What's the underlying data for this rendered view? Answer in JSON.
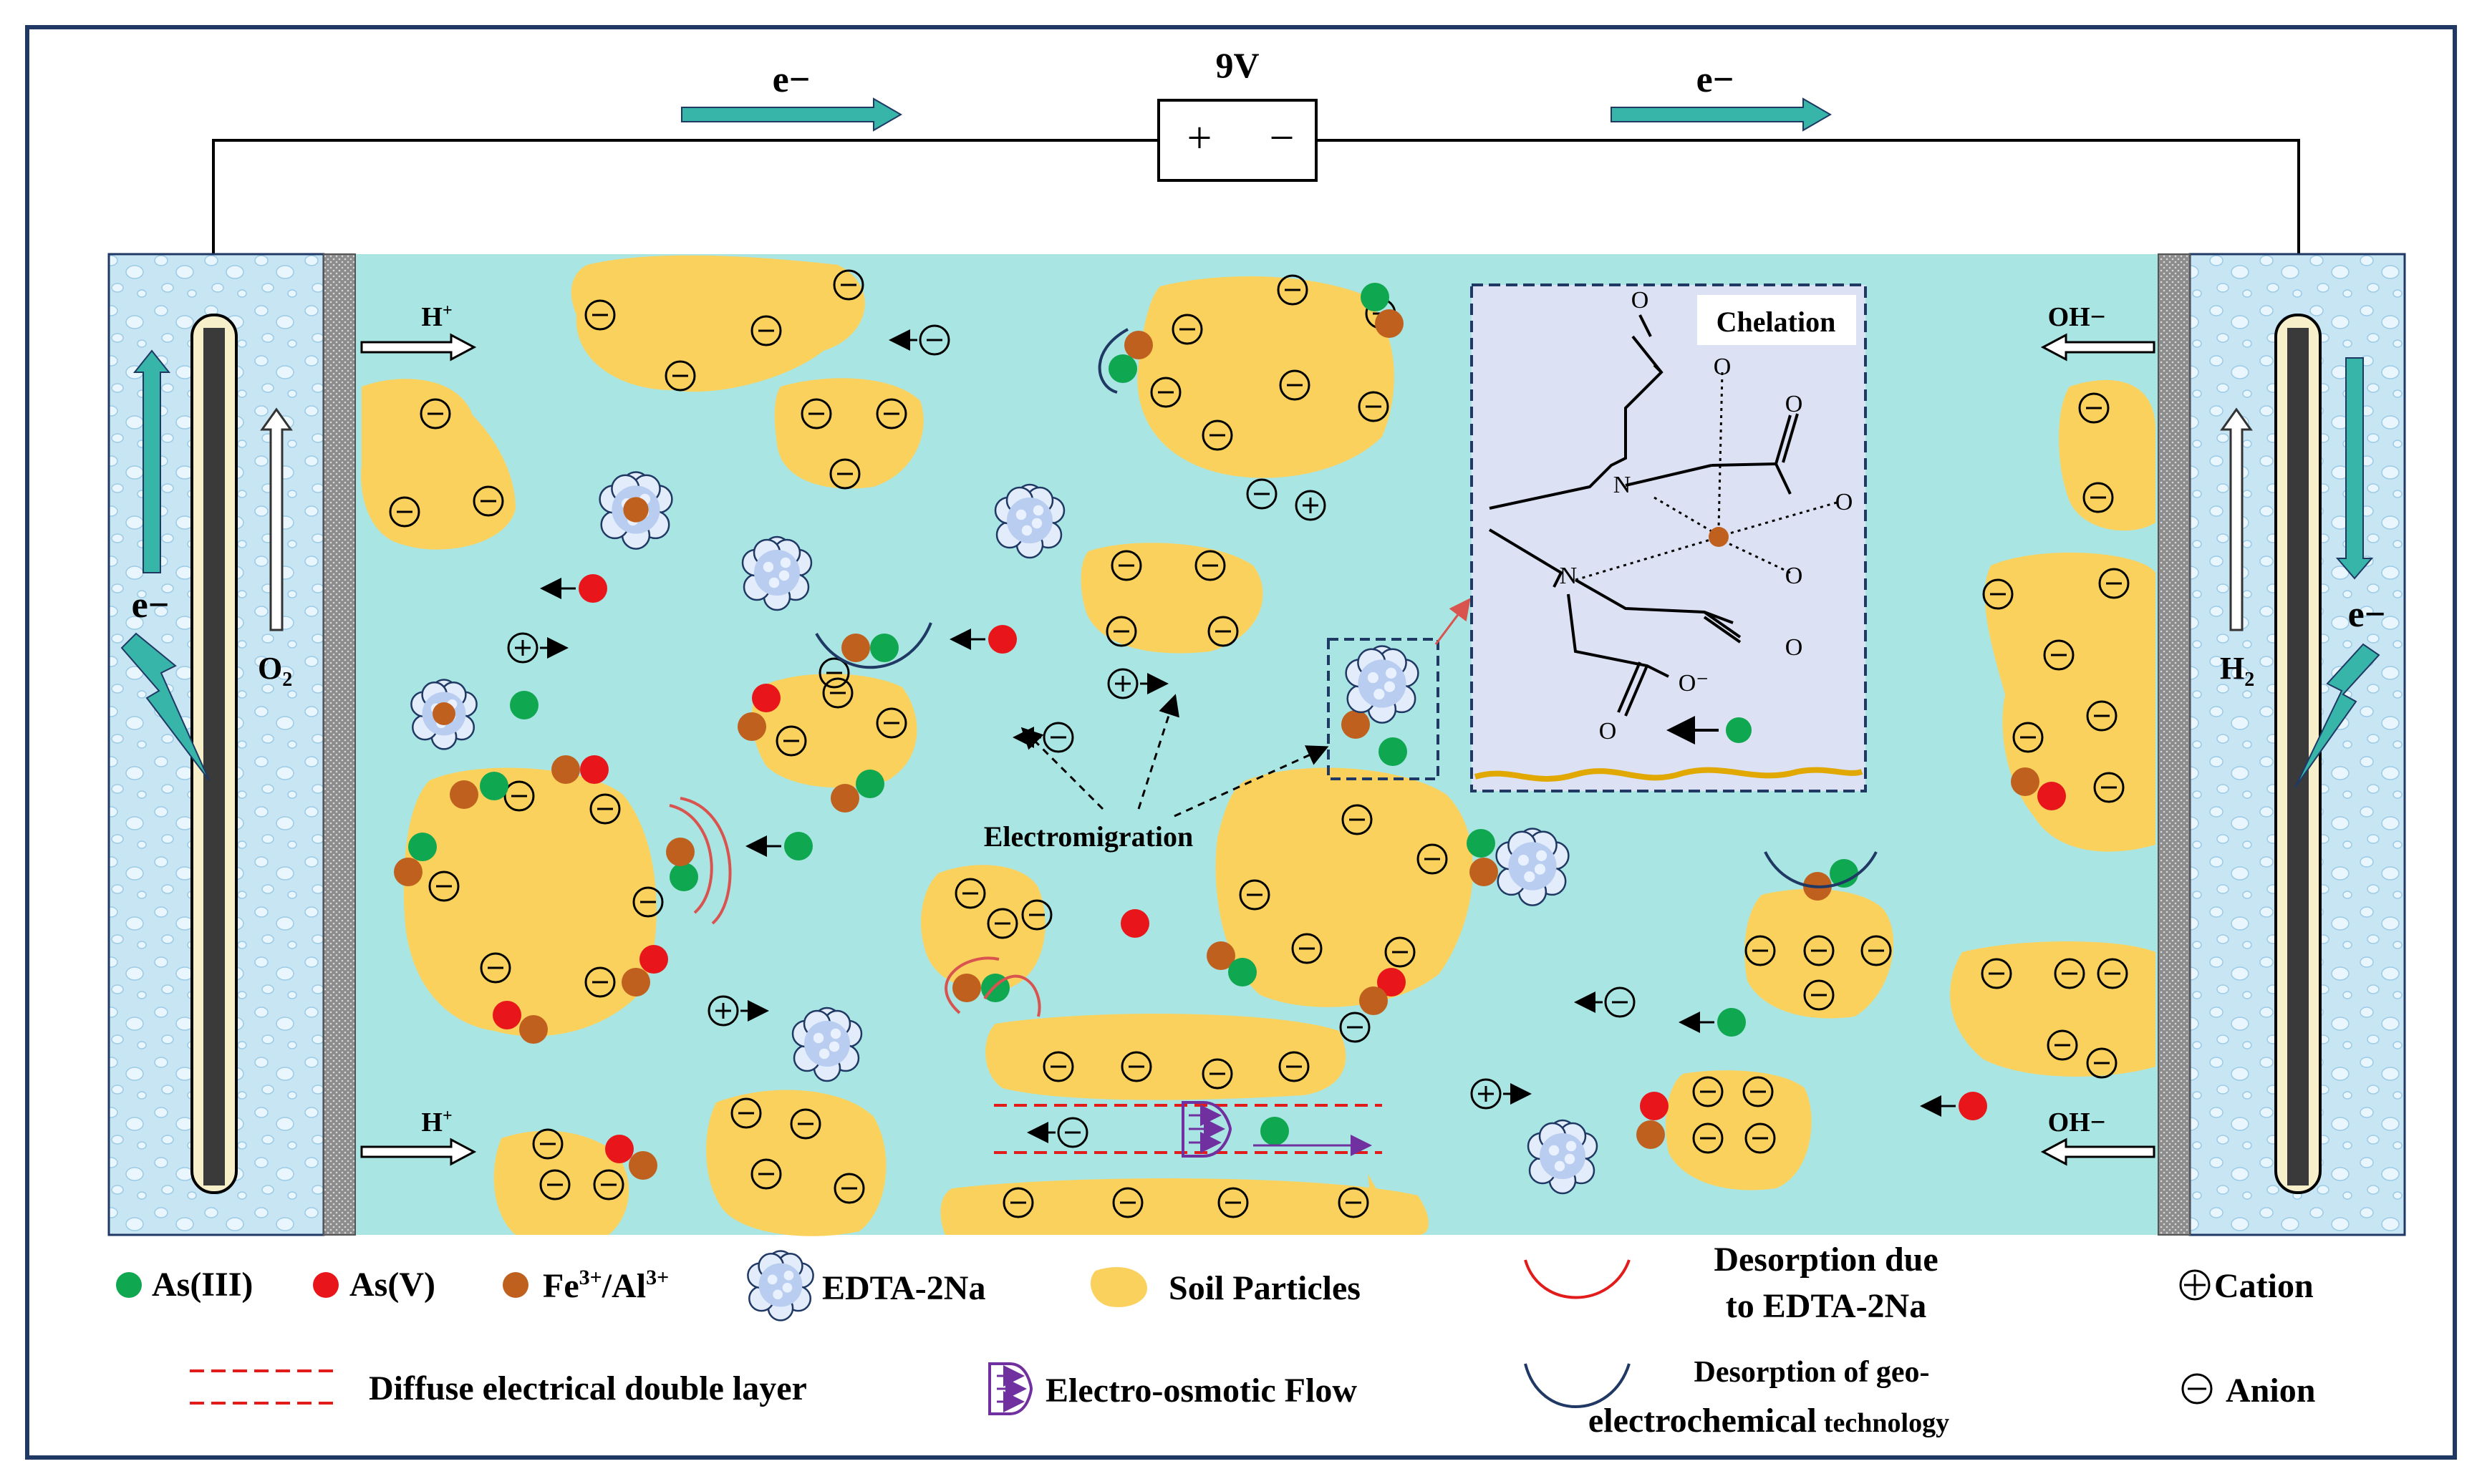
{
  "diagram": {
    "voltage": "9V",
    "electron_label": "e−",
    "plus": "+",
    "minus": "−",
    "h_plus": "H",
    "plus_sup": "+",
    "oh_minus": "OH−",
    "o2": "O",
    "h2": "H",
    "sub_2": "2",
    "electromigration": "Electromigration",
    "chelation": "Chelation",
    "chem": {
      "O": "O",
      "N": "N",
      "O_minus": "O⁻"
    }
  },
  "legend": {
    "as3": "As(III)",
    "as5": "As(V)",
    "fe_al": "Fe",
    "fe_al_sup": "3+",
    "fe_al_slash": "/Al",
    "fe_al_sup2": "3+",
    "edta": "EDTA-2Na",
    "soil": "Soil Particles",
    "desorption_edta_1": "Desorption due",
    "desorption_edta_2": "to EDTA-2Na",
    "cation": "Cation",
    "anion": "Anion",
    "ddl": "Diffuse electrical double layer",
    "eof": "Electro-osmotic Flow",
    "desorption_geo_1": "Desorption of geo-",
    "desorption_geo_2a": "electrochemical",
    "desorption_geo_2b": "technology"
  },
  "colors": {
    "as3": "#0fa74f",
    "as5": "#e8161b",
    "fe_al": "#c0601f",
    "soil": "#fbd15e",
    "medium": "#a9e6e3",
    "electrode_chamber": "#c5e3f3",
    "arrow_teal": "#36b5a8",
    "frame": "#1f3864",
    "chelation_box": "#dce1f3",
    "ddl": "#e21b1b",
    "eof": "#7030a0"
  }
}
